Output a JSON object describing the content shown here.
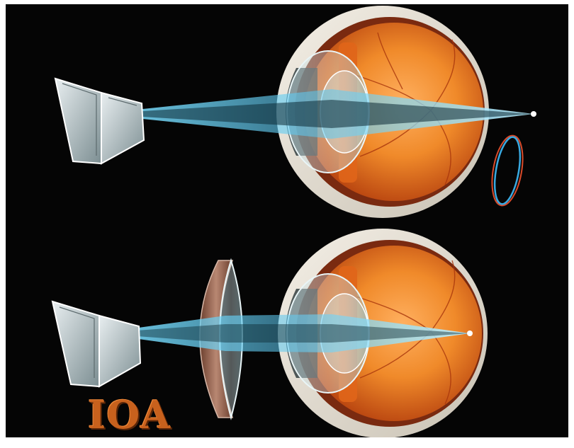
{
  "logo": {
    "text": "IOA"
  },
  "colors": {
    "background": "#050505",
    "iris_orange": "#e0651a",
    "retina_orange": "#f08a2a",
    "light_beam": "#5bc8f0",
    "lens_outline_blue": "#39a9e0",
    "lens_outline_red": "#d84a2a",
    "corrective_lens_rim": "#8a5a44",
    "logo": "#c8611d"
  },
  "panels": [
    {
      "id": "uncorrected",
      "object": "book-icon",
      "focus": "behind-retina"
    },
    {
      "id": "corrected",
      "object": "book-icon",
      "focus": "on-retina",
      "aid": "convex-lens"
    }
  ]
}
